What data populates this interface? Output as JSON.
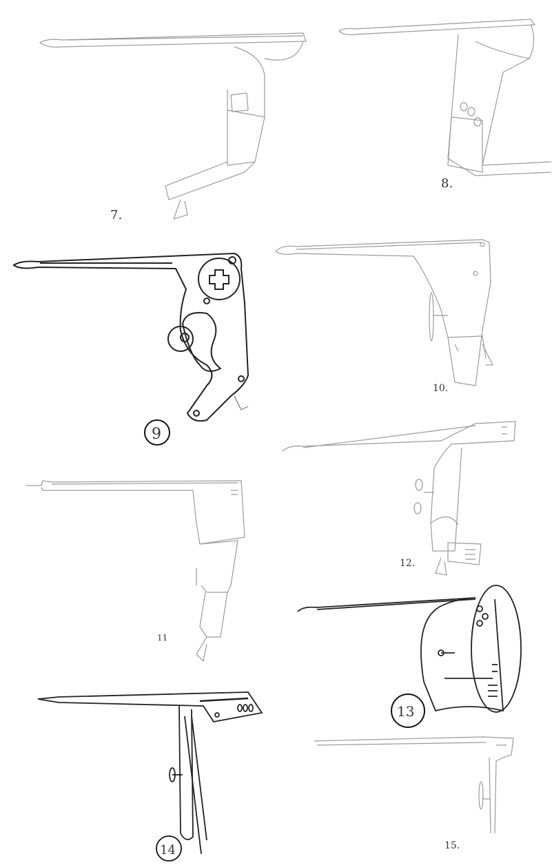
{
  "sketches": [
    {
      "label": "7."
    },
    {
      "label": "8."
    },
    {
      "label": "9"
    },
    {
      "label": "10."
    },
    {
      "label": "11"
    },
    {
      "label": "12."
    },
    {
      "label": "13"
    },
    {
      "label": "14"
    },
    {
      "label": "15."
    }
  ]
}
